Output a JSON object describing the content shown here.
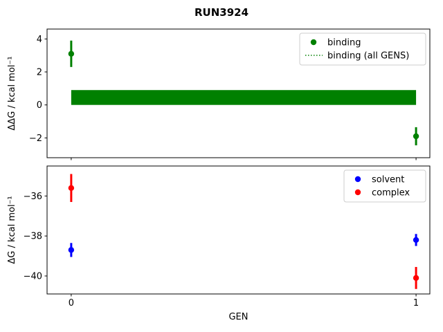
{
  "figure": {
    "title": "RUN3924",
    "xlabel": "GEN",
    "background": "#ffffff"
  },
  "chart_data": [
    {
      "type": "scatter",
      "ylabel": "ΔΔG / kcal mol⁻¹",
      "xlim": [
        -0.07,
        1.04
      ],
      "ylim": [
        -3.2,
        4.6
      ],
      "yticks": [
        4,
        2,
        0,
        -2
      ],
      "xticks": [
        0,
        1
      ],
      "grid": false,
      "series": [
        {
          "name": "binding",
          "color": "#008000",
          "marker": "circle",
          "x": [
            0,
            1
          ],
          "y": [
            3.1,
            -1.9
          ],
          "yerr": [
            0.8,
            0.55
          ]
        }
      ],
      "band": {
        "name": "binding (all GENS)",
        "color": "#008000",
        "x": [
          0,
          1
        ],
        "y_low": 0.0,
        "y_high": 0.9
      },
      "legend": {
        "position": "upper right",
        "items": [
          {
            "label": "binding",
            "sample": "marker",
            "color": "#008000"
          },
          {
            "label": "binding (all GENS)",
            "sample": "dotted-line",
            "color": "#008000"
          }
        ]
      }
    },
    {
      "type": "scatter",
      "ylabel": "ΔG / kcal mol⁻¹",
      "xlim": [
        -0.07,
        1.04
      ],
      "ylim": [
        -40.9,
        -34.5
      ],
      "yticks": [
        -36,
        -38,
        -40
      ],
      "xticks": [
        0,
        1
      ],
      "xtick_labels": [
        "0",
        "1"
      ],
      "grid": false,
      "series": [
        {
          "name": "solvent",
          "color": "#0000ff",
          "marker": "circle",
          "x": [
            0,
            1
          ],
          "y": [
            -38.7,
            -38.2
          ],
          "yerr": [
            0.35,
            0.3
          ]
        },
        {
          "name": "complex",
          "color": "#ff0000",
          "marker": "circle",
          "x": [
            0,
            1
          ],
          "y": [
            -35.6,
            -40.1
          ],
          "yerr": [
            0.7,
            0.55
          ]
        }
      ],
      "legend": {
        "position": "upper right",
        "items": [
          {
            "label": "solvent",
            "sample": "marker",
            "color": "#0000ff"
          },
          {
            "label": "complex",
            "sample": "marker",
            "color": "#ff0000"
          }
        ]
      }
    }
  ]
}
